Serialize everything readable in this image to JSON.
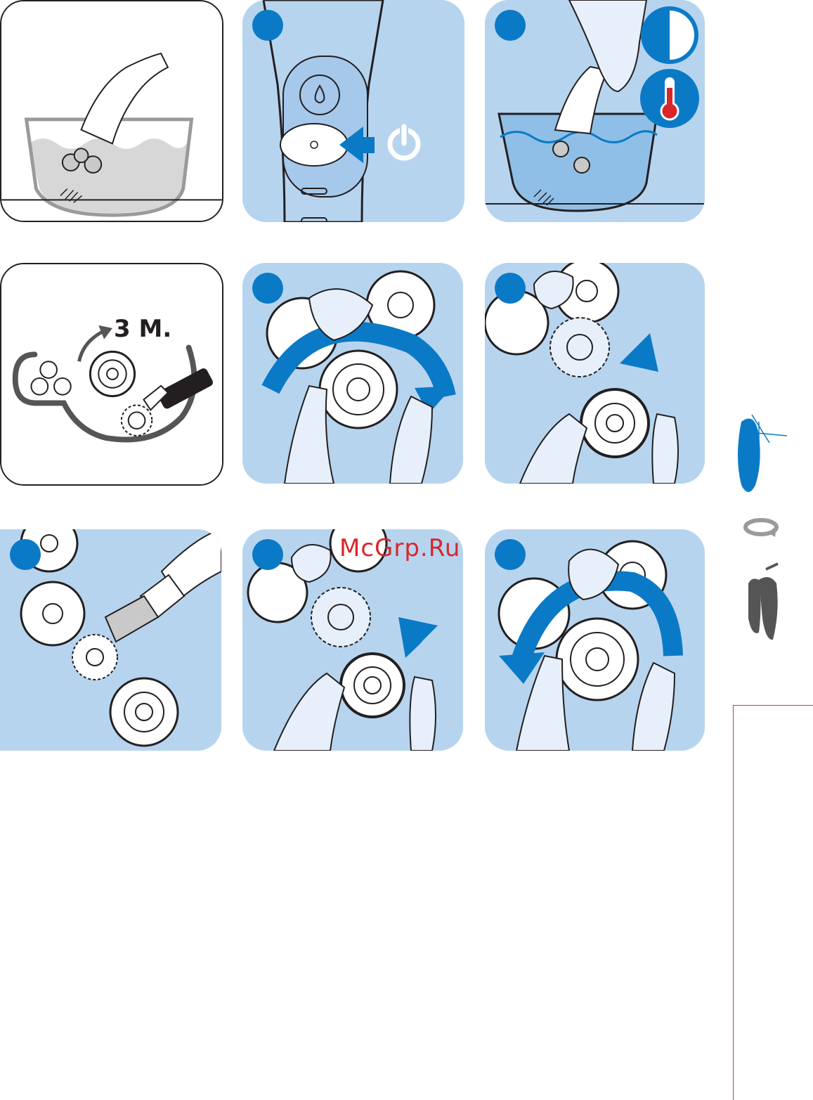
{
  "watermark": "McGrp.Ru",
  "panels": [
    {
      "step": "",
      "style": "white"
    },
    {
      "step": "",
      "style": "blue"
    },
    {
      "step": "",
      "style": "blue"
    },
    {
      "step": "",
      "style": "white",
      "label": "3 M."
    },
    {
      "step": "",
      "style": "blue"
    },
    {
      "step": "",
      "style": "blue"
    },
    {
      "step": "",
      "style": "blue"
    },
    {
      "step": "",
      "style": "blue"
    },
    {
      "step": "",
      "style": "blue"
    }
  ],
  "colors": {
    "accent": "#0a7ac7",
    "panel_bg": "#b7d4ef",
    "sidebar_line": "#b8338f"
  }
}
